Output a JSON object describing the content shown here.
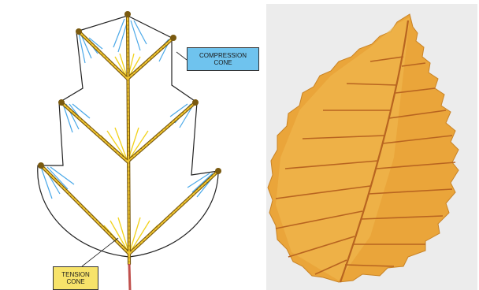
{
  "diagram": {
    "compression_label": {
      "line1": "COMPRESSION",
      "line2": "CONE"
    },
    "tension_label": {
      "line1": "TENSION",
      "line2": "CONE"
    }
  },
  "colors": {
    "compression_box": "#6fc3ee",
    "tension_box": "#f7e36a",
    "compression_hatch": "#4aa8e8",
    "tension_hatch": "#f2d21c",
    "rope": "#7a5a10",
    "leaf_fill": "#eaa53a",
    "leaf_vein": "#b86420",
    "photo_bg": "#ececec"
  }
}
